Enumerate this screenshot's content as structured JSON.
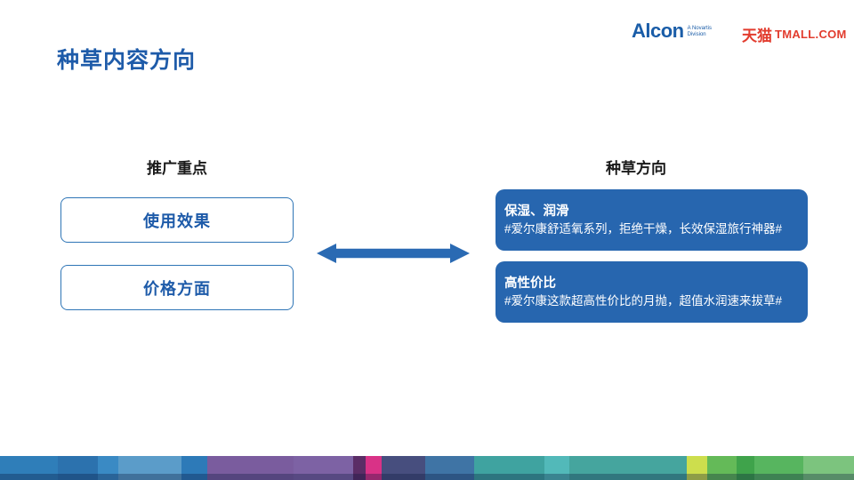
{
  "slide": {
    "title": "种草内容方向"
  },
  "logos": {
    "alcon": "Alcon",
    "alcon_sub": "A Novartis\nDivision",
    "tmall_cn": "天猫",
    "tmall_en": "TMALL.COM"
  },
  "left": {
    "header": "推广重点",
    "items": [
      "使用效果",
      "价格方面"
    ]
  },
  "right": {
    "header": "种草方向",
    "cards": [
      {
        "title": "保湿、润滑",
        "desc": "#爱尔康舒适氧系列，拒绝干燥，长效保湿旅行神器#"
      },
      {
        "title": "高性价比",
        "desc": "#爱尔康这款超高性价比的月抛，超值水润速来拔草#"
      }
    ]
  },
  "colors": {
    "accent_blue": "#1E5BA9",
    "border_blue": "#2E75B6",
    "card_blue": "#2766AF",
    "arrow_blue": "#2A6AB3",
    "logo_blue": "#1A5DA8",
    "logo_red": "#E23C2E",
    "header_black": "#1A1A1A"
  },
  "mosaic": [
    {
      "color": "#2F7EB9",
      "width": 65
    },
    {
      "color": "#2C72AE",
      "width": 45
    },
    {
      "color": "#3A8AC4",
      "width": 23
    },
    {
      "color": "#5B9CC9",
      "width": 71
    },
    {
      "color": "#2D7AB8",
      "width": 29
    },
    {
      "color": "#7A5C9E",
      "width": 97
    },
    {
      "color": "#7D62A4",
      "width": 67
    },
    {
      "color": "#5B2D66",
      "width": 14
    },
    {
      "color": "#D93287",
      "width": 18
    },
    {
      "color": "#474E7E",
      "width": 49
    },
    {
      "color": "#3F74A5",
      "width": 55
    },
    {
      "color": "#3FA3A0",
      "width": 79
    },
    {
      "color": "#52B9B9",
      "width": 28
    },
    {
      "color": "#45A59E",
      "width": 132
    },
    {
      "color": "#CDDE4D",
      "width": 23
    },
    {
      "color": "#64BA58",
      "width": 33
    },
    {
      "color": "#3FA34B",
      "width": 20
    },
    {
      "color": "#57B55F",
      "width": 55
    },
    {
      "color": "#7CC47E",
      "width": 57
    }
  ]
}
